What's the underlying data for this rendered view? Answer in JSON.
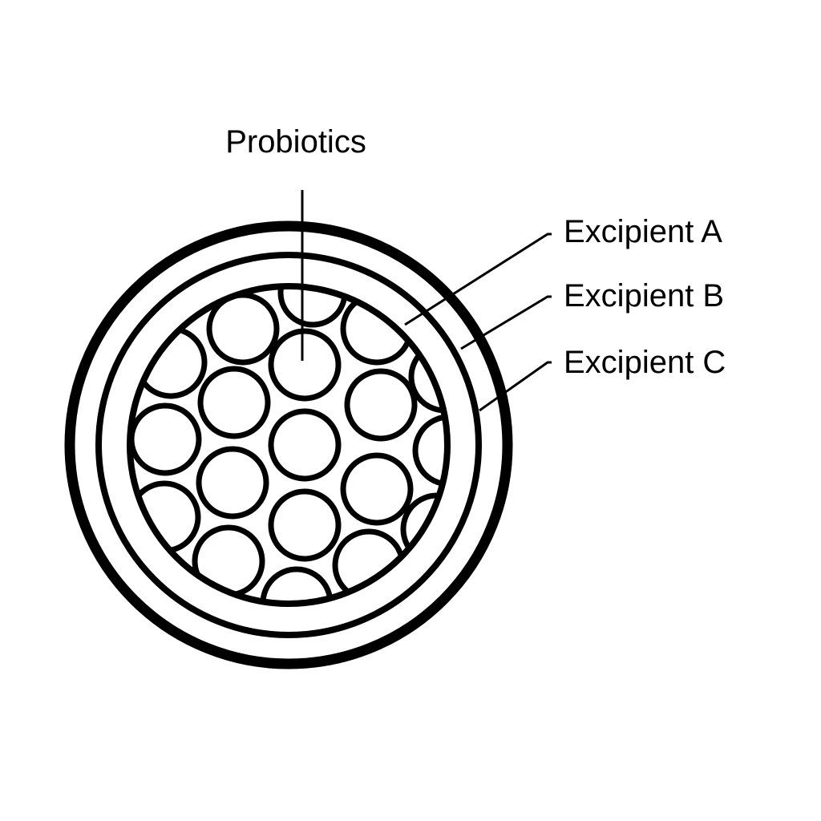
{
  "labels": {
    "probiotics": "Probiotics",
    "excipient_a": "Excipient A",
    "excipient_b": "Excipient B",
    "excipient_c": "Excipient C"
  },
  "colors": {
    "line": "#000000",
    "background": "#ffffff"
  }
}
